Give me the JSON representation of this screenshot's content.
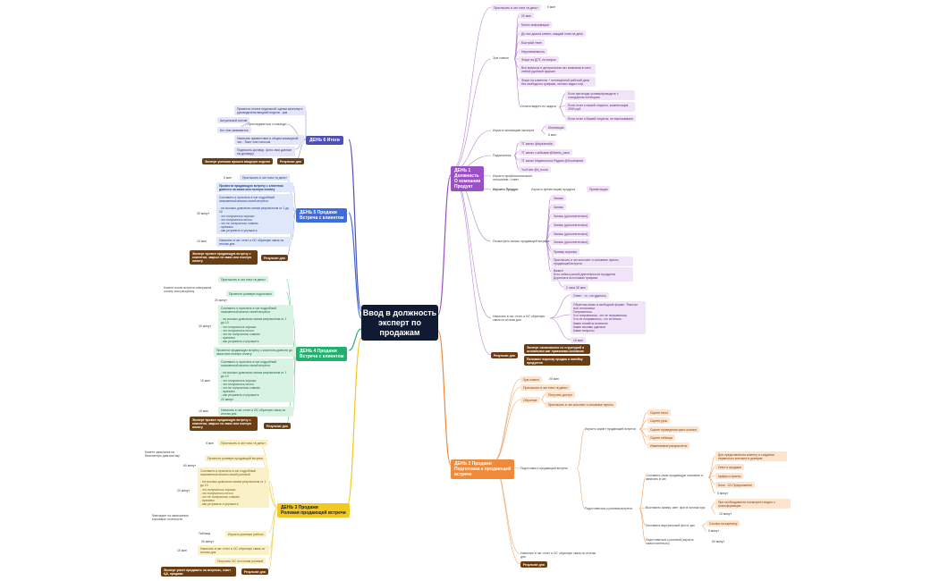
{
  "root": "Ввод в должность\nэксперт по\nпродажам",
  "days": {
    "d1": "ДЕНЬ 1\nДолжность\nО компании\nПродукт",
    "d2": "ДЕНЬ 2 Продажи\nПодготовка к продающей\nвстрече",
    "d3": "ДЕНЬ 3 Продажи\nРолевая продающей встречи",
    "d4": "ДЕНЬ 4 Продажи\nВстреча с клиентом",
    "d5": "ДЕНЬ 5 Продажи\nВстреча с клиентом",
    "d6": "ДЕНЬ 6 Итоги"
  },
  "d1": {
    "invite": "Пригласить в чат типа «в день»",
    "invite_time": "5 мин",
    "zoom": "Зум созвон",
    "zoom_items": [
      "20 мин",
      "Много информации",
      "До нас дошли клиент, каждый план на день",
      "Быстрый темп",
      "Неуспеваемость",
      "Фокус на ДПТ, на вопрос",
      "Все вопросы в центральном чат компании в чате, любой удобный формат",
      "Фокус на клиентах + полноценной рабочий день без свободного графика, личных задач и пр."
    ],
    "cases": "Оплата видеть по задачи",
    "cases_items": [
      "Если при входе уставы/проводите с стандартом потенциал",
      "Если отчет к нашей открыты, компенсация 2000 руб.",
      "Если отчет к Вашей открыты, не выплачивают"
    ],
    "motivation": "Изучить мотивацию эксперта",
    "motivation_items": [
      "Мотивация",
      "5 мин"
    ],
    "subscribe": "Подписаться",
    "subscribe_items": [
      "ТГ канал @stylumedia",
      "ТГ канал с кейсами @Nomis_case",
      "ТГ канал Маркетолога Радика @Koutmarket",
      "YouTube @k_boost"
    ],
    "study_pro": "Изучить профессиональное отношение / совет",
    "product": "Изучить Продукт",
    "product_pres": "Изучить презентацию продукта",
    "presentation": "Презентация",
    "record": "Посмотреть запись продающей встречи",
    "record_items": [
      "Запись",
      "Запись",
      "Запись (дополнительно)",
      "Запись (дополнительно)",
      "Запись (дополнительно)",
      "Запись (дополнительно)"
    ],
    "funnel_items": [
      "Пример воронки",
      "Пригласить в чат конспект и основные пункты продающей встречи",
      "Важно!\nЕсть кейсы разной длительности продуктов\nДоронов в источниках трафика"
    ],
    "hours": "2 часа 30 мин",
    "report": "Написать в чат отчет и ОС обратную связь по итогам дня",
    "report_a": "Ответ - то, что удалось",
    "report_b": "Обратная связь в свободной форме. Текстом или голосовым\nПонравилось\nЧто понравилось, что не понравилось\nЧто не понравилось, что хотелось\nКакие инсайты возникли\nКакие вызовы сделали\nКакие вопросы",
    "report_time": "15 мин",
    "result_label": "Результат дня",
    "result_a": "Эксперт ознакомился со структурой и основными шаг правилами компании",
    "result_b": "Понимает воронку продаж и линейку продуктов"
  },
  "d2": {
    "zoom": "Зум созвон",
    "zoom_time": "20 мин",
    "invite": "Пригласить в чат типа «в день»",
    "training": "Обучение",
    "get_access": "Получить доступ",
    "conspect": "Пригласить в чат конспект и основные пункты",
    "prepare": "Подготовка к продающей встрече",
    "study_script": "Изучить скрипт продающей встречи",
    "script_items": [
      "Скрипт текст",
      "Скрипт урок",
      "Скрипт проведения факт-контакт",
      "Скрипт таблица",
      "Изменяемые раскрасчеты"
    ],
    "roleplay": "Подготовиться к ролевая встречи",
    "compose": "Составить свою продающую описание и записать в чат",
    "compose_items": [
      "Для представления клиенту и создания первичного контакта и доверия",
      "Опыт и продажи",
      "Цифры и факты",
      "Блок - 2/1 Предложение",
      "5 минут"
    ],
    "show": "Выставить заявку, свет, фон в личном зум",
    "show_items": [
      "При необходимости посмотреть видео о трансформации",
      "15 минут"
    ],
    "virtual": "Поставить виртуальный фон в зум",
    "virtual_items": [
      "Ссылка на картинку",
      "5 минут"
    ],
    "prep_role": "Подготовиться к ролевой (заучить самостоятельно)",
    "prep_role_time": "60 минут",
    "report": "Написать в чат отчет и ОС обратную связь по итогам дня",
    "result_label": "Результат дня"
  },
  "d3": {
    "invite_time": "5 мин",
    "invite": "Пригласить в чат типа «в день»",
    "client": "Клиент записался на бесплатную диагностику",
    "roleplay": "Провести ролевую продающей встречи",
    "roleplay_time": "60 минут",
    "compose_time": "20 минут",
    "compose": "Составить и прислать в чат подробный письменный анализ своей ролевой\n\n- на сколько довольны своим результатом от 1 до 10\n- что получилось хорошо\n- что получилось плохо\n- что не получилось совсем\n- причины\n- как устранить и улучшить",
    "study_label": "Изучить ролевые работы",
    "study": "Фиксирует на записанные ключевые отчетности",
    "table": "Таблица",
    "t30": "30 минут",
    "report_time": "15 мин",
    "report": "Написать в чат отчет и ОС обратную связь по итогам дня",
    "os": "Получить ОС по итогам ролевой",
    "result": "Эксперт умеет продавать на встречах, знает ЦА, продажи",
    "result_label": "Результат дня"
  },
  "d4": {
    "invite": "Пригласить в чат типа «в день»",
    "client": "Клиент после встречи совершила оплату или рассрочку",
    "roleplay": "Провести ролевую подготовки",
    "t20": "20 минут",
    "compose": "Составить и прислать в чат подробный письменный анализ своей встречи\n\n- на сколько довольны своим результатом от 1 до 10\n- что получилось хорошо\n- что получилось плохо\n- что не получилось совсем\n- причины\n- как устранить и улучшить",
    "t30": "30 минут",
    "conduct": "Провести продающую встречу с клиентом довести до заказ или полную оплату",
    "compose2": "Составить и прислать в чат подробный письменный анализ своей встречи\n\n- на сколько довольны своим результатом от 1 до 10\n- что получилось хорошо\n- что получилось плохо\n- что не получилось совсем\n- причины\n- как устранить и улучшить\n20 минут",
    "t15": "15 мин",
    "report": "Написать в чат отчет и ОС обратную связь по итогам дня",
    "t15b": "15 мин",
    "result": "Эксперт провел продающую встречу с клиентом, закрыл на заказ или полную оплату",
    "result_label": "Результат дня"
  },
  "d5": {
    "invite_time": "5 мин",
    "invite": "Пригласить в чат типа «в день»",
    "conduct": "Провести продающую встречу с клиентом довести на заказ или полную оплату",
    "compose": "Составить и прислать в чат подробный письменный анализ своей встречи\n\n- на сколько довольны своим результатом от 1 до 10\n- что получилось хорошо\n- что получилось плохо\n- что не получилось совсем\n- причины\n- как устранить и улучшить",
    "t30": "30 минут",
    "t15": "15 мин",
    "report": "Написать в чат отчет и ОС обратную связь по итогам дня",
    "result": "Эксперт провел продающую встречу с клиентом, закрыл на заказ или полную оплату",
    "result_label": "Результат дня"
  },
  "d6": {
    "attach": "Привести отчета недельной оценки качеству и руководителя вводной недели  - зум",
    "team": "Актуальный состав",
    "join": "Присоединиться к команде",
    "role": "Кто чем занимается",
    "join_general": "Написать приветствие в общем командный чат - Текст или голосом",
    "sign": "Подписать договор, фото свои данные на договору",
    "result": "Эксперт успешно прошел вводную неделю",
    "result_label": "Результат дня"
  }
}
